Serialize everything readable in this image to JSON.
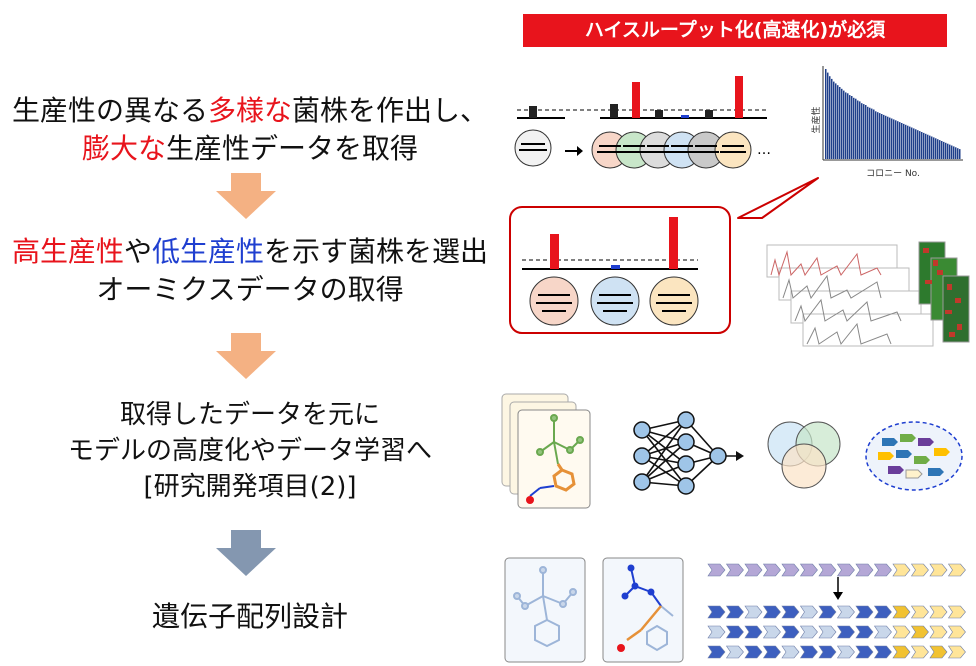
{
  "banner": "ハイスループット化(高速化)が必須",
  "steps": {
    "step1": {
      "pre": "生産性の異なる",
      "highlight": "多様な",
      "post": "菌株を作出し、",
      "line2_highlight": "膨大な",
      "line2_post": "生産性データを取得"
    },
    "step2": {
      "hi": "高生産性",
      "mid": "や",
      "lo": "低生産性",
      "post": "を示す菌株を選出",
      "line2": "オーミクスデータの取得"
    },
    "step3": {
      "line1": "取得したデータを元に",
      "line2": "モデルの高度化やデータ学習へ",
      "line3": "[研究開発項目(2)]"
    },
    "step4": {
      "line1": "遺伝子配列設計"
    }
  },
  "chart_data": {
    "type": "bar",
    "ylabel": "生産性",
    "xlabel": "コロニー No.",
    "values": [
      100,
      96,
      92,
      89,
      86,
      84,
      82,
      80,
      78,
      76,
      74,
      73,
      71,
      70,
      68,
      67,
      65,
      64,
      62,
      61,
      60,
      58,
      57,
      56,
      55,
      53,
      52,
      51,
      50,
      49,
      48,
      47,
      46,
      45,
      44,
      43,
      42,
      41,
      40,
      39,
      38,
      37,
      36,
      35,
      34,
      33,
      32,
      31,
      30,
      29,
      28,
      27,
      26,
      25,
      24,
      23,
      22,
      21,
      20,
      19,
      18,
      17,
      16,
      15,
      14,
      13,
      12,
      11
    ]
  },
  "ellipsis": "…",
  "colors": {
    "red": "#e8141c",
    "blue": "#1f3fd0",
    "orange_arrow": "#f4b183",
    "gray_arrow": "#8497b0"
  }
}
